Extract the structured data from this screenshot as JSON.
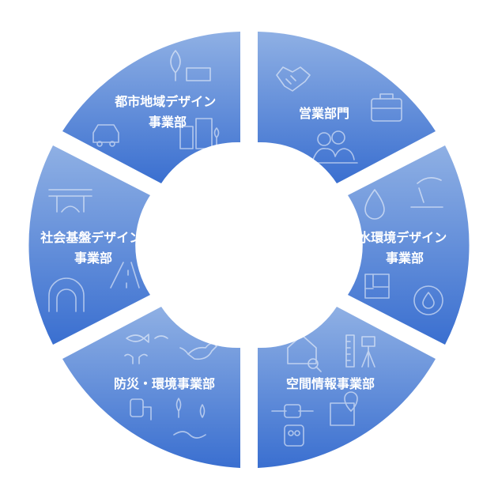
{
  "diagram": {
    "segments": [
      {
        "id": "sales",
        "lines": [
          "営業部門"
        ]
      },
      {
        "id": "water",
        "lines": [
          "水環境デザイン",
          "事業部"
        ]
      },
      {
        "id": "spatial",
        "lines": [
          "空間情報事業部"
        ]
      },
      {
        "id": "disaster",
        "lines": [
          "防災・環境事業部"
        ]
      },
      {
        "id": "infra",
        "lines": [
          "社会基盤デザイン",
          "事業部"
        ]
      },
      {
        "id": "urban",
        "lines": [
          "都市地域デザイン",
          "事業部"
        ]
      }
    ]
  },
  "colors": {
    "gradient_top": "#8fb0e4",
    "gradient_bottom": "#3a6fd0",
    "label": "#ffffff"
  }
}
